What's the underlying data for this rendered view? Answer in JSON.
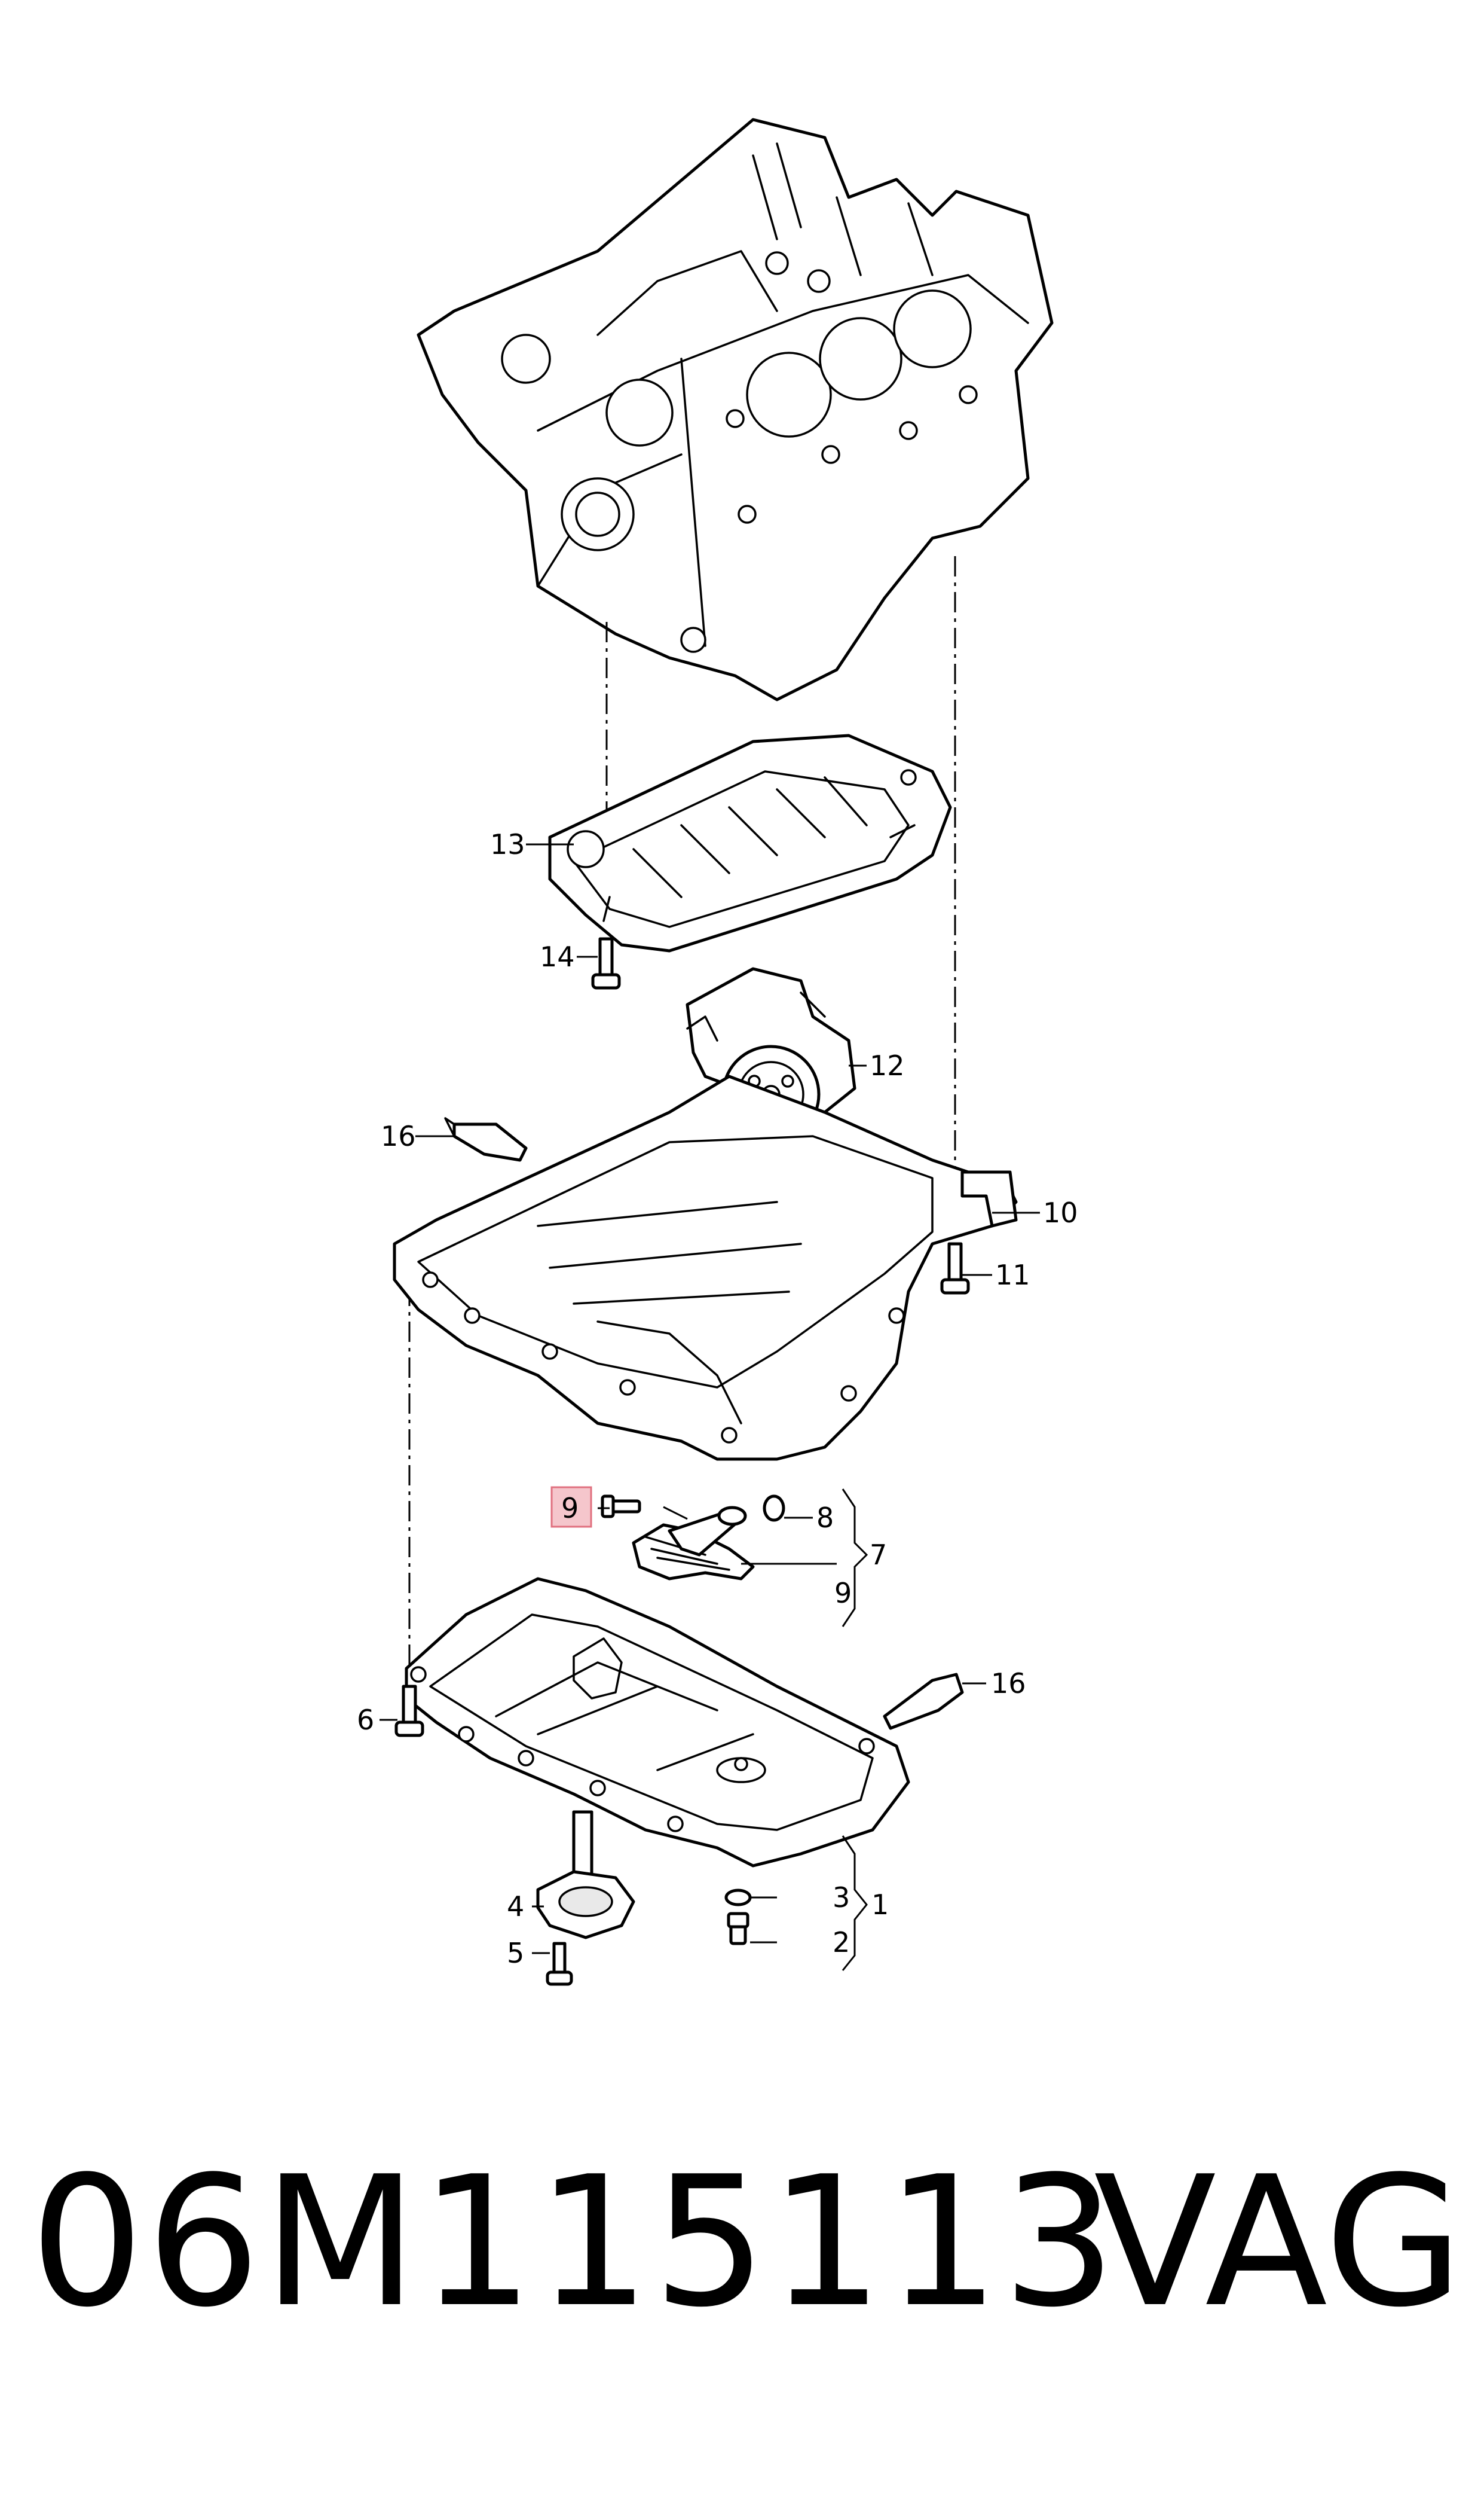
{
  "callouts": {
    "c1": "1",
    "c2": "2",
    "c3": "3",
    "c4": "4",
    "c5": "5",
    "c6": "6",
    "c7": "7",
    "c8": "8",
    "c9a": "9",
    "c9b": "9",
    "c10": "10",
    "c11": "11",
    "c12": "12",
    "c13": "13",
    "c14": "14",
    "c16a": "16",
    "c16b": "16"
  },
  "highlight_color": "#f5c6cc",
  "footer": {
    "part_number": "06M115113",
    "brand": "VAG"
  }
}
